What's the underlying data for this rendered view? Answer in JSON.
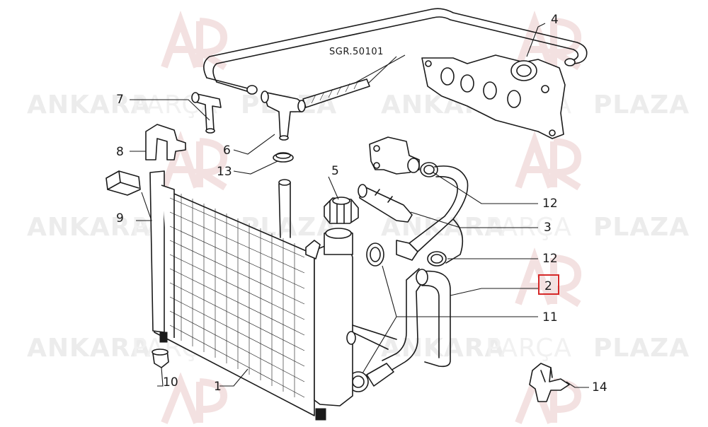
{
  "watermark": {
    "brand_bold_1": "ANKARA",
    "brand_light": "PARÇA",
    "brand_bold_2": "PLAZA"
  },
  "reference_label": "SGR.50101",
  "callouts": [
    {
      "id": "1",
      "label": "1"
    },
    {
      "id": "2",
      "label": "2",
      "highlighted": true
    },
    {
      "id": "3",
      "label": "3"
    },
    {
      "id": "4",
      "label": "4"
    },
    {
      "id": "5",
      "label": "5"
    },
    {
      "id": "6",
      "label": "6"
    },
    {
      "id": "7",
      "label": "7"
    },
    {
      "id": "8",
      "label": "8"
    },
    {
      "id": "9",
      "label": "9"
    },
    {
      "id": "10",
      "label": "10"
    },
    {
      "id": "11",
      "label": "11"
    },
    {
      "id": "12a",
      "label": "12"
    },
    {
      "id": "12b",
      "label": "12"
    },
    {
      "id": "13",
      "label": "13"
    },
    {
      "id": "14",
      "label": "14"
    }
  ],
  "colors": {
    "line": "#1a1a1a",
    "highlight": "#d62828",
    "watermark": "#ececec"
  }
}
